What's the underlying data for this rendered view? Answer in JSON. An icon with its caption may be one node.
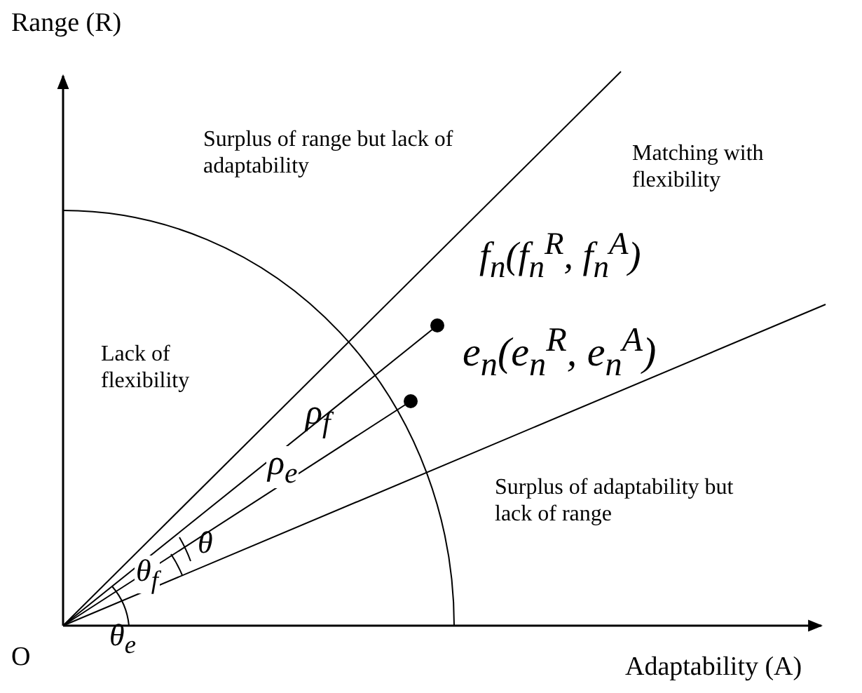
{
  "diagram": {
    "labels": [
      "Range (R)",
      "Surplus of range but lack of adaptability",
      "Matching with flexibility",
      "f$_{n}$(f$_{n}$$^{R}$, f$_{n}$$^{A}$)",
      "Lack of flexibility",
      "e$_{n}$(e$_{n}$$^{R}$, e$_{n}$$^{A}$)",
      "ρ$_{f}$",
      "ρ$_{e}$",
      "Surplus of adaptability but lack of range",
      "θ",
      "θ$_{f}$",
      "O",
      "θ$_{e}$",
      "Adaptability (A)"
    ]
  }
}
